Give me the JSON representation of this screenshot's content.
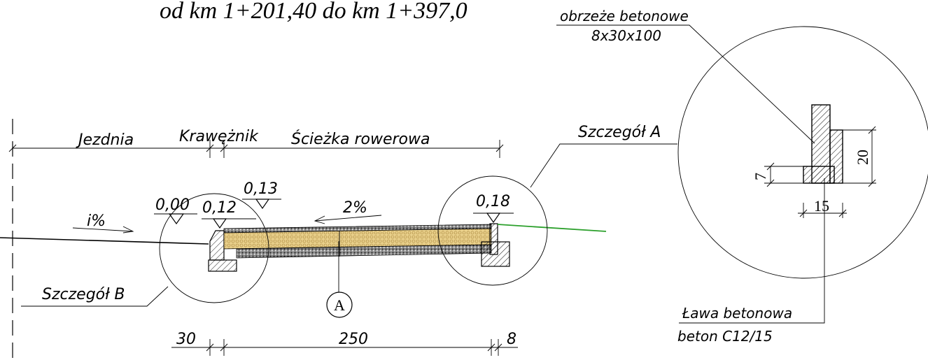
{
  "title": "od km 1+201,40 do km 1+397,0",
  "labels": {
    "jezdnia": "Jezdnia",
    "kraweznik": "Krawężnik",
    "sciezka": "Ścieżka rowerowa",
    "szczegol_a": "Szczegół A",
    "szczegol_b": "Szczegół B",
    "obrzeze_line1": "obrzeże betonowe",
    "obrzeze_line2": "8x30x100",
    "lawa_line1": "Ława betonowa",
    "lawa_line2": "beton C12/15",
    "slope_road": "i%",
    "slope_path": "2%",
    "marker_a": "A"
  },
  "elevations": [
    "0,00",
    "0,12",
    "0,13",
    "0,18"
  ],
  "dimensions": {
    "bottom": [
      "30",
      "250",
      "8"
    ],
    "detail_height": "20",
    "detail_step": "7",
    "detail_width": "15"
  },
  "colors": {
    "lines": "#000000",
    "sand_fill": "#e8cf8a",
    "base_fill": "#555555",
    "terrain": "#2ca02c"
  }
}
